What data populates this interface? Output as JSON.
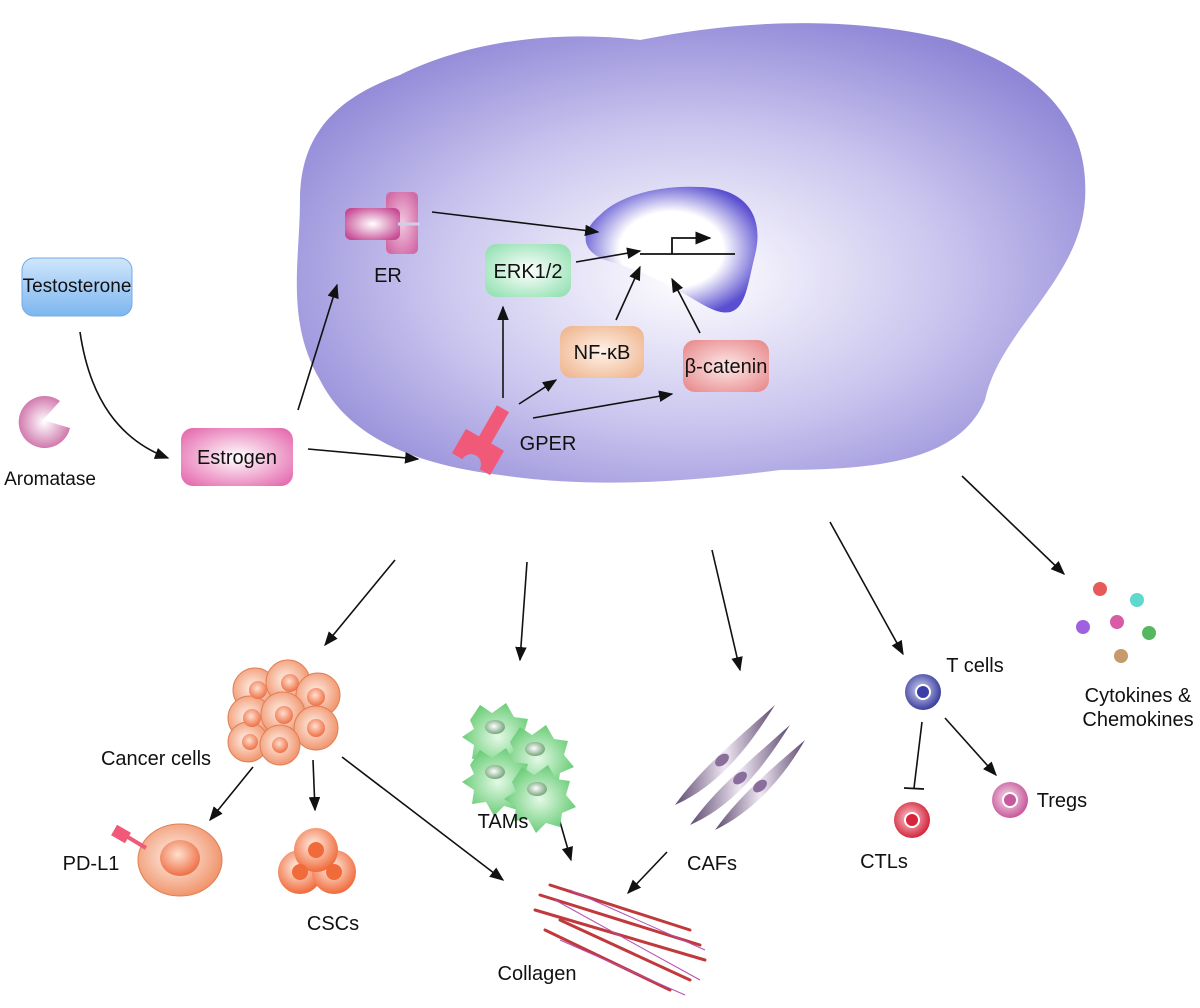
{
  "labels": {
    "testosterone": "Testosterone",
    "aromatase": "Aromatase",
    "estrogen": "Estrogen",
    "er": "ER",
    "erk": "ERK1/2",
    "nfkb": "NF-κB",
    "bcatenin": "β-catenin",
    "gper": "GPER",
    "cancer_cells": "Cancer cells",
    "tams": "TAMs",
    "cafs": "CAFs",
    "t_cells": "T cells",
    "cytokines_line1": "Cytokines &",
    "cytokines_line2": "Chemokines",
    "pdl1": "PD-L1",
    "cscs": "CSCs",
    "collagen": "Collagen",
    "ctls": "CTLs",
    "tregs": "Tregs"
  },
  "colors": {
    "cell_body": "#8f86d6",
    "nucleus": "#5a4fd0",
    "testosterone_box": "#8ec2f3",
    "estrogen_box": "#e97ab8",
    "erk_box": "#a9e8c1",
    "nfkb_box": "#f3c3a3",
    "bcatenin_box": "#ec9d9e",
    "receptor": "#f05a78",
    "cancer_cell": "#f0966c",
    "tam": "#6fd07b",
    "caf": "#8a6e9c",
    "collagen": "#c0393b",
    "t_cell": "#3d3fa8",
    "ctl": "#d8233a",
    "treg": "#c65a9c"
  }
}
